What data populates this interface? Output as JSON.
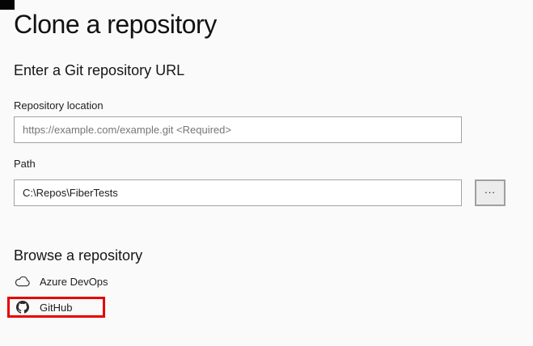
{
  "dialog": {
    "title": "Clone a repository"
  },
  "url_section": {
    "heading": "Enter a Git repository URL",
    "repo_location": {
      "label": "Repository location",
      "placeholder": "https://example.com/example.git <Required>"
    },
    "path": {
      "label": "Path",
      "value": "C:\\Repos\\FiberTests"
    },
    "browse_button_label": "..."
  },
  "browse_section": {
    "heading": "Browse a repository",
    "providers": [
      {
        "label": "Azure DevOps",
        "icon": "azure-devops-cloud-icon",
        "highlighted": false
      },
      {
        "label": "GitHub",
        "icon": "github-icon",
        "highlighted": true
      }
    ]
  },
  "annotations": {
    "github_highlight_color": "#e60000"
  },
  "colors": {
    "background": "#fafafa",
    "input_border": "#a3a3a3",
    "placeholder_text": "#767676",
    "text_primary": "#1e1e1e",
    "button_background": "#ececec"
  }
}
